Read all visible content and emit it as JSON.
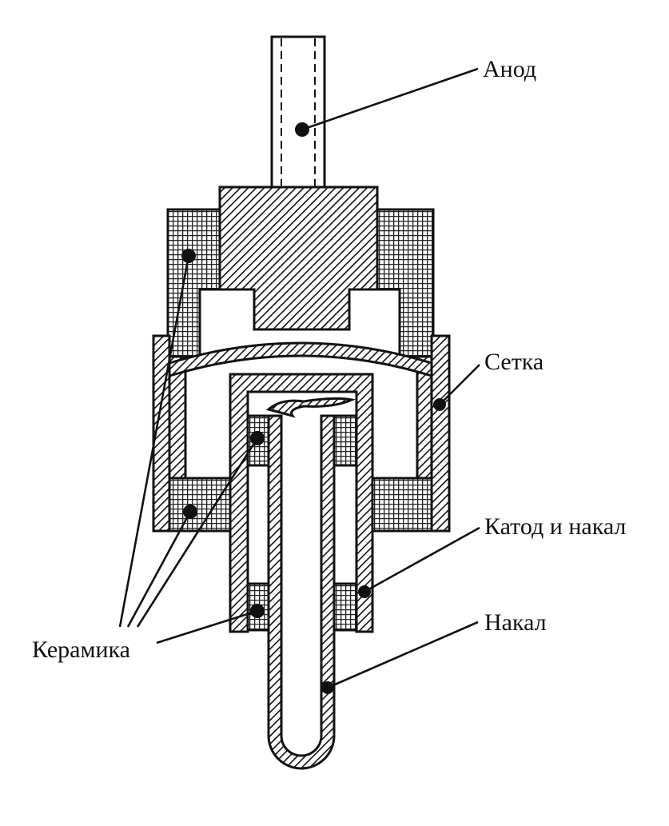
{
  "labels": {
    "anode": "Анод",
    "grid": "Сетка",
    "cathode_heater": "Катод и накал",
    "heater": "Накал",
    "ceramic": "Керамика"
  },
  "colors": {
    "ink": "#111111",
    "paper": "#ffffff"
  }
}
